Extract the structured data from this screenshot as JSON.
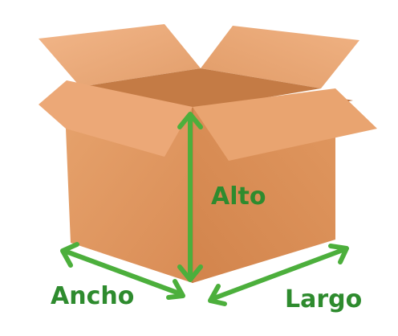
{
  "labels": {
    "height": "Alto",
    "width": "Ancho",
    "length": "Largo"
  },
  "colors": {
    "arrow": "#4caf3c",
    "label": "#2e8b2e",
    "box_front": "#e29a62",
    "box_side": "#d9894f",
    "box_inner": "#c97a43",
    "flap_light": "#f0b283",
    "flap_mid": "#e8a572",
    "flap_dark": "#dc9461"
  }
}
